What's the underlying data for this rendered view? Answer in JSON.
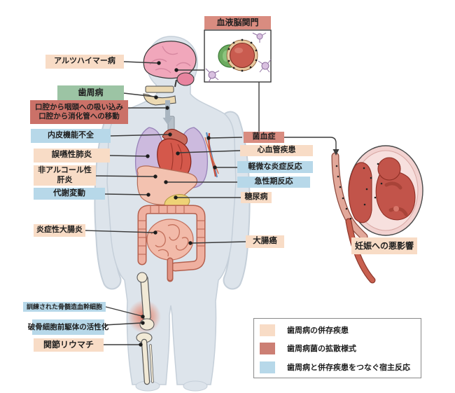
{
  "labels": {
    "bbb": "血液脳関門",
    "alzheimer": "アルツハイマー病",
    "perio": "歯周病",
    "oral_route_line1": "口腔から咽頭への吸い込み",
    "oral_route_line2": "口腔から消化管への移動",
    "endothelial": "内皮機能不全",
    "aspiration_pneumonia": "誤嚥性肺炎",
    "nafld_line1": "非アルコール性",
    "nafld_line2": "肝炎",
    "metabolic": "代謝変動",
    "ibd": "炎症性大腸炎",
    "bacteremia": "菌血症",
    "cvd": "心血管疾患",
    "mild_inflammation": "軽微な炎症反応",
    "acute_phase": "急性期反応",
    "diabetes": "糖尿病",
    "colon_cancer": "大腸癌",
    "pregnancy": "妊娠への悪影響",
    "trained_hsc": "訓練された骨髄造血幹細胞",
    "osteoclast": "破骨細胞前駆体の活性化",
    "ra": "関節リウマチ"
  },
  "legend": {
    "items": [
      {
        "label": "歯周病の併存疾患",
        "color": "#f8dcc6"
      },
      {
        "label": "歯周病菌の拡散様式",
        "color": "#cc7f74"
      },
      {
        "label": "歯周病と併存疾患をつなぐ宿主反応",
        "color": "#b7d8e9"
      }
    ]
  },
  "accent_colors": {
    "comorbidity_pink": "#f8dcc6",
    "spread_red": "#d98c80",
    "route_red": "#cb7168",
    "host_blue": "#b7d8e9",
    "perio_green": "#9cc4a4",
    "body_silhouette": "#dde4eb",
    "connector_line": "#3c3c3c"
  }
}
